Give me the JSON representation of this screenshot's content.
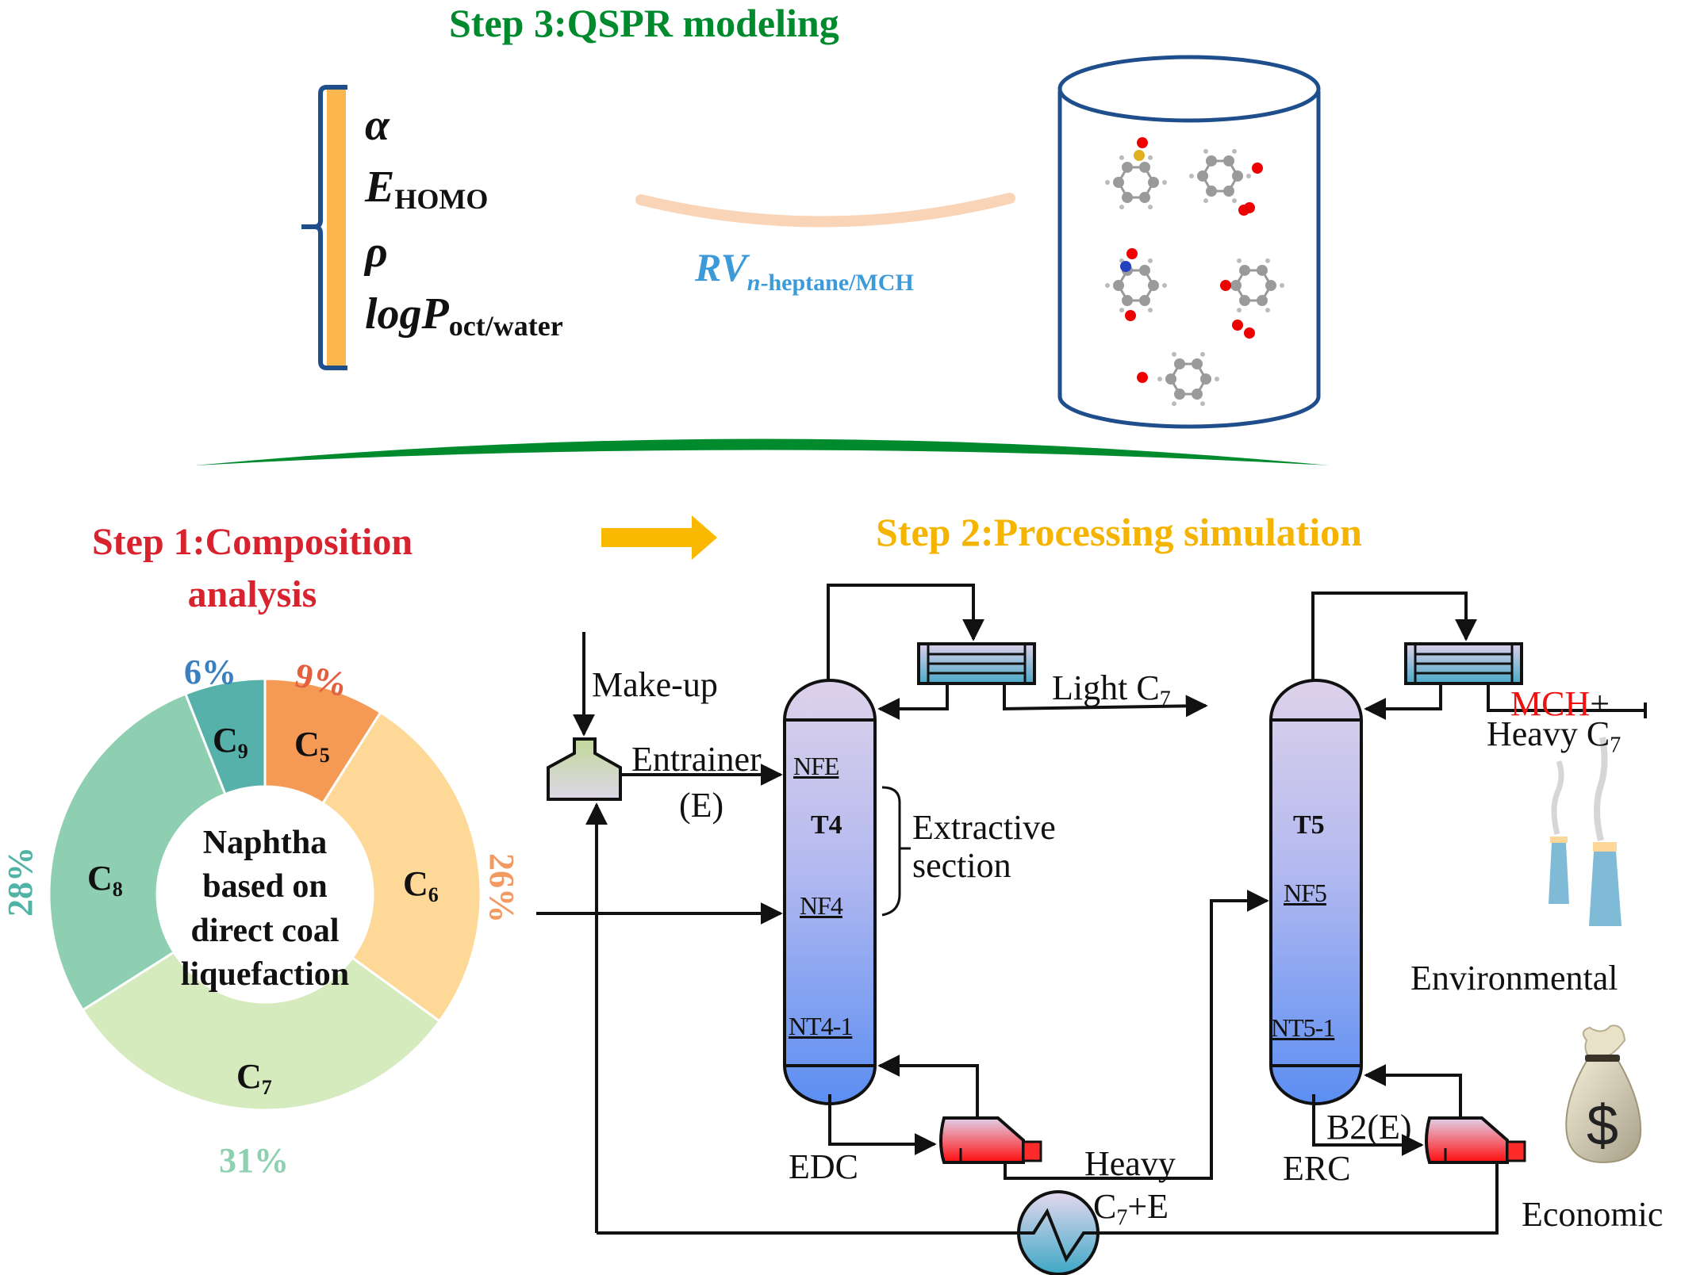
{
  "step3": {
    "title": "Step 3:QSPR modeling",
    "descriptors": [
      {
        "symbol": "α",
        "sub": ""
      },
      {
        "symbol": "E",
        "sub": "HOMO"
      },
      {
        "symbol": "ρ",
        "sub": ""
      },
      {
        "symbol": "logP",
        "sub": "oct/water"
      }
    ],
    "target_label": {
      "main": "RV",
      "sub_italic": "n",
      "sub_rest": "-heptane/MCH"
    },
    "database_icon": "cylinder-with-molecules",
    "molecule_count": 5
  },
  "step1": {
    "title_line1": "Step 1:Composition",
    "title_line2": "analysis",
    "center_text": [
      "Naphtha",
      "based on",
      "direct coal",
      "liquefaction"
    ]
  },
  "step2": {
    "title": "Step 2:Processing simulation",
    "streams": {
      "makeup": "Make-up",
      "entrainer": "Entrainer",
      "entrainer_symbol": "(E)",
      "light_c7": {
        "main": "Light C",
        "sub": "7"
      },
      "mch_red": "MCH",
      "mch_plus": "+",
      "heavy_c7_top": {
        "main": "Heavy C",
        "sub": "7"
      },
      "heavy_bottom": "Heavy",
      "c7e": {
        "main": "C",
        "sub": "7",
        "rest": "+E"
      },
      "b2e": "B2(E)"
    },
    "columns": {
      "t4": {
        "name": "T4",
        "stages": [
          "NFE",
          "NF4",
          "NT4-1"
        ],
        "caption": "EDC"
      },
      "t5": {
        "name": "T5",
        "stages": [
          "NF5",
          "NT5-1"
        ],
        "caption": "ERC"
      }
    },
    "extractive_section": [
      "Extractive",
      "section"
    ],
    "evaluations": {
      "environmental": "Environmental",
      "economic": "Economic"
    }
  },
  "colors": {
    "step3_green": "#008a2e",
    "step1_red": "#d8232f",
    "step2_yellow": "#f5b400",
    "rv_blue": "#3c9ad9",
    "mch_red": "#ee1111",
    "brace_blue": "#1f4e8c",
    "brace_orange": "#fbb64e"
  },
  "chart_data": {
    "type": "pie",
    "variant": "donut",
    "title": "Step 1:Composition analysis",
    "center_label": "Naphtha based on direct coal liquefaction",
    "categories": [
      "C5",
      "C6",
      "C7",
      "C8",
      "C9"
    ],
    "labels": [
      {
        "main": "C",
        "sub": "5"
      },
      {
        "main": "C",
        "sub": "6"
      },
      {
        "main": "C",
        "sub": "7"
      },
      {
        "main": "C",
        "sub": "8"
      },
      {
        "main": "C",
        "sub": "9"
      }
    ],
    "values": [
      9,
      26,
      31,
      28,
      6
    ],
    "value_labels": [
      "9%",
      "26%",
      "31%",
      "28%",
      "6%"
    ],
    "slice_colors": [
      "#f59a55",
      "#fdd897",
      "#d6ebbd",
      "#8ecfb1",
      "#55b1a9"
    ],
    "label_colors": [
      "#e2603f",
      "#f29a62",
      "#8fd0b2",
      "#4fb3a5",
      "#3a7fbf"
    ],
    "start_angle_deg": 0,
    "direction": "clockwise"
  }
}
